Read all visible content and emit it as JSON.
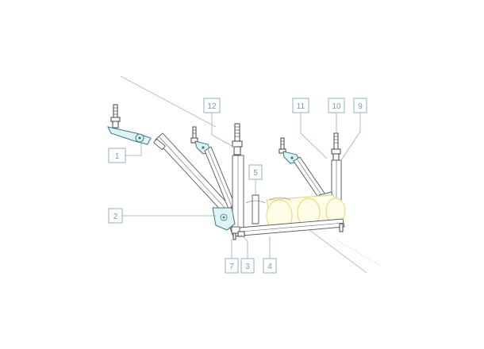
{
  "diagram": {
    "callouts": [
      {
        "id": "c1",
        "label": "1"
      },
      {
        "id": "c2",
        "label": "2"
      },
      {
        "id": "c3",
        "label": "3"
      },
      {
        "id": "c4",
        "label": "4"
      },
      {
        "id": "c5",
        "label": "5"
      },
      {
        "id": "c7",
        "label": "7"
      },
      {
        "id": "c9",
        "label": "9"
      },
      {
        "id": "c10",
        "label": "10"
      },
      {
        "id": "c11",
        "label": "11"
      },
      {
        "id": "c12",
        "label": "12"
      }
    ]
  }
}
